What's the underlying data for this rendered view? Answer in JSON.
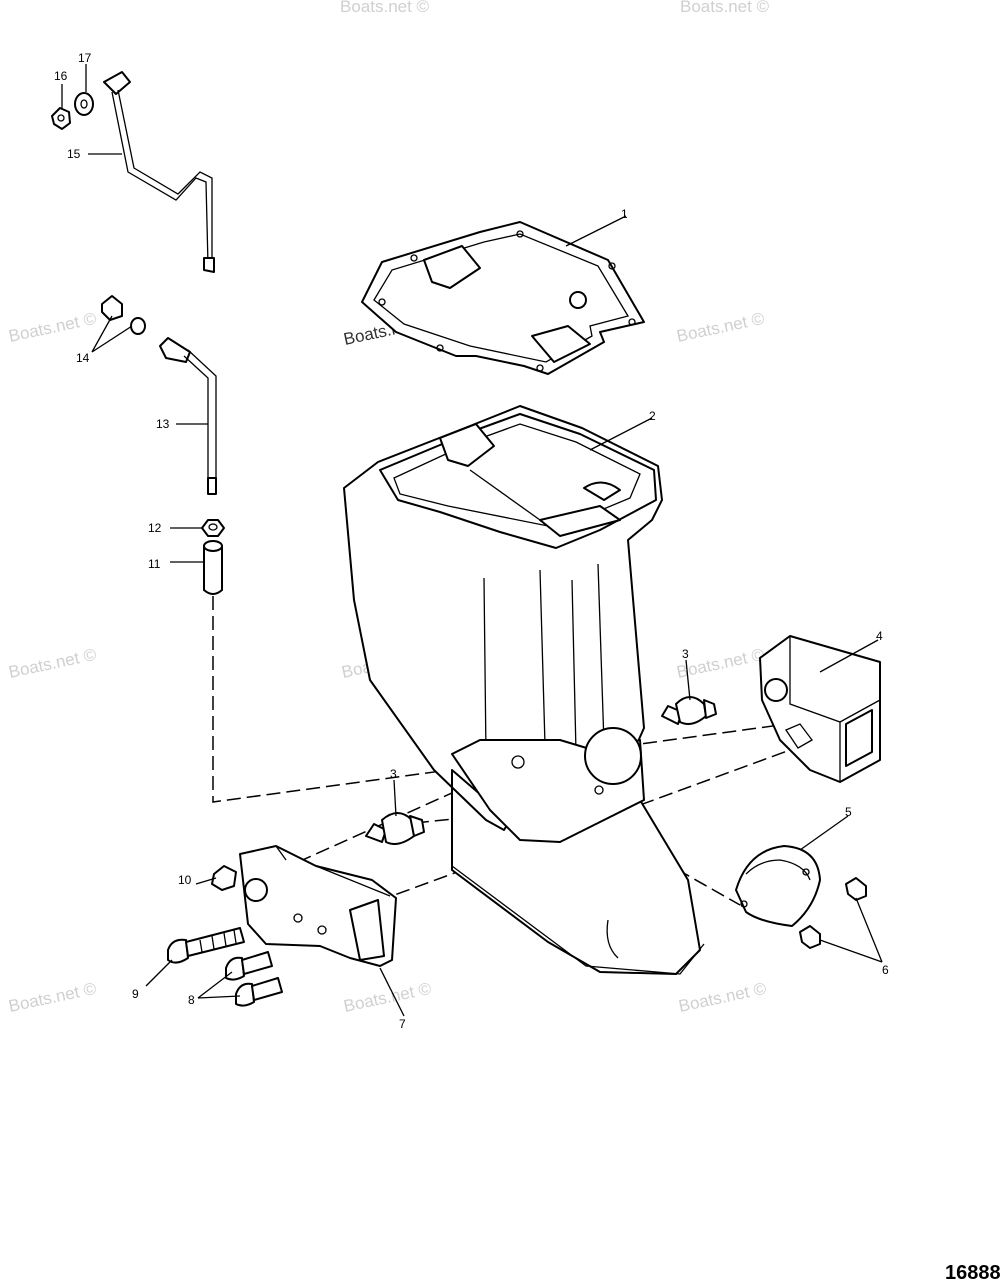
{
  "watermark": "Boats.net ©",
  "figure_number": "16888",
  "callouts": [
    "1",
    "2",
    "3",
    "3",
    "4",
    "5",
    "6",
    "7",
    "8",
    "9",
    "10",
    "11",
    "12",
    "13",
    "14",
    "15",
    "16",
    "17"
  ]
}
